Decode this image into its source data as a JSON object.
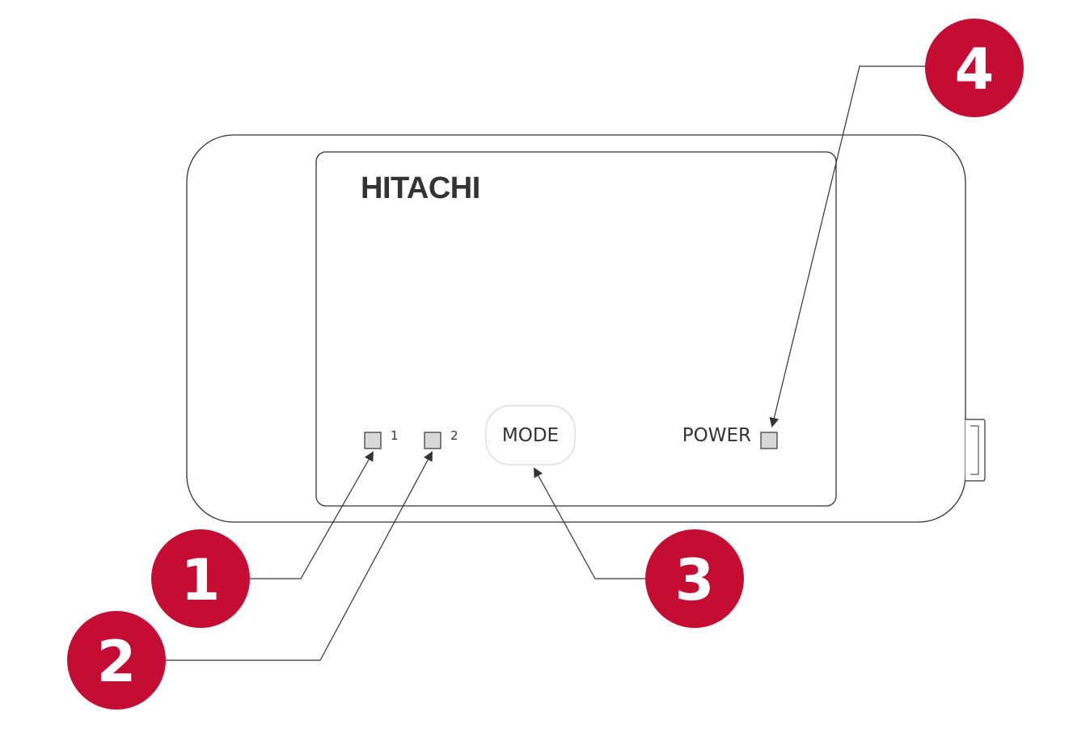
{
  "device": {
    "brand": "HITACHI",
    "led1_label": "1",
    "led2_label": "2",
    "mode_button_label": "MODE",
    "power_label": "POWER"
  },
  "callouts": [
    {
      "number": "1",
      "target": "led-1"
    },
    {
      "number": "2",
      "target": "led-2"
    },
    {
      "number": "3",
      "target": "mode-button"
    },
    {
      "number": "4",
      "target": "power-led"
    }
  ],
  "colors": {
    "callout_fill": "#c50c32",
    "callout_text": "#ffffff",
    "outline": "#333333",
    "led_fill": "#d9d9d9",
    "mode_button_border": "#dddddd"
  }
}
